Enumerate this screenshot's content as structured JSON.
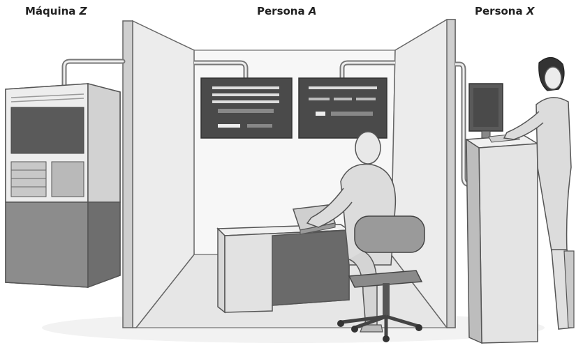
{
  "labels": {
    "machine": {
      "text": "Máquina ",
      "sub": "Z"
    },
    "person_a": {
      "text": "Persona ",
      "sub": "A"
    },
    "person_x": {
      "text": "Persona ",
      "sub": "X"
    }
  },
  "colors": {
    "panel_light": "#ececec",
    "panel_mid": "#cfcfcf",
    "panel_dark": "#8c8c8c",
    "screen": "#4a4a4a",
    "outline": "#555555"
  }
}
